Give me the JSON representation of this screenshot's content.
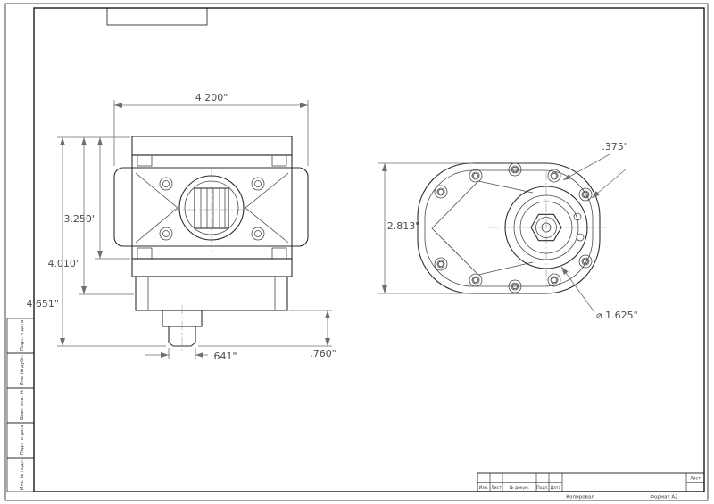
{
  "front_view": {
    "dim_width": "4.200\"",
    "dim_height_flange": "3.250\"",
    "dim_height_mid": "4.010\"",
    "dim_height_total": "4.651\"",
    "dim_shaft_dia": ".641\"",
    "dim_lower_len": ".760\""
  },
  "side_view": {
    "dim_height": "2.813\"",
    "dim_hole": ".375\"",
    "dim_bore": "⌀ 1.625\""
  },
  "title_block": {
    "col_izm": "Изм.",
    "col_list": "Лист",
    "col_doc": "№ докум.",
    "col_sign": "Подп.",
    "col_date": "Дата",
    "sheet_label": "Лист",
    "copied_label": "Копировал",
    "format_label": "Формат A2"
  },
  "margin_labels": [
    "Подп. и дата",
    "Инв. № дубл.",
    "Взам. инв. №",
    "Подп. и дата",
    "Инв. № подл."
  ]
}
